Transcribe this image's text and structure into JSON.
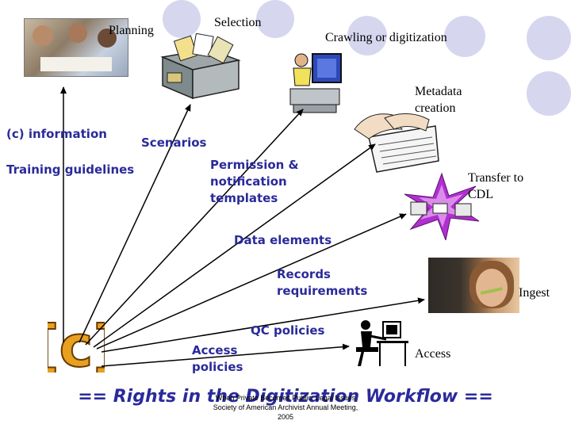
{
  "nodes": {
    "planning": "Planning",
    "selection": "Selection",
    "crawling": "Crawling or digitization",
    "metadata_line1": "Metadata",
    "metadata_line2": "creation",
    "transfer_line1": "Transfer to",
    "transfer_line2": "CDL",
    "ingest": "Ingest",
    "access": "Access"
  },
  "sources": {
    "c_information": "(c) information",
    "training": "Training guidelines",
    "scenarios": "Scenarios",
    "permission_line1": "Permission &",
    "permission_line2": "notification",
    "permission_line3": "templates",
    "data_elements": "Data elements",
    "records_line1": "Records",
    "records_line2": "requirements",
    "qc_policies": "QC policies",
    "access_policies_line1": "Access",
    "access_policies_line2": "policies"
  },
  "logo_text": "[c]",
  "footer": {
    "title": "== Rights in the Digitization Workflow ==",
    "note_line1": "When Private Becomes Public: Legal Issues",
    "note_line2": "Society of American Archivist Annual Meeting,",
    "note_line3": "2005"
  },
  "colors": {
    "accent": "#2a2a9a",
    "circle": "#d6d6ef",
    "logo": "#e8a020"
  }
}
